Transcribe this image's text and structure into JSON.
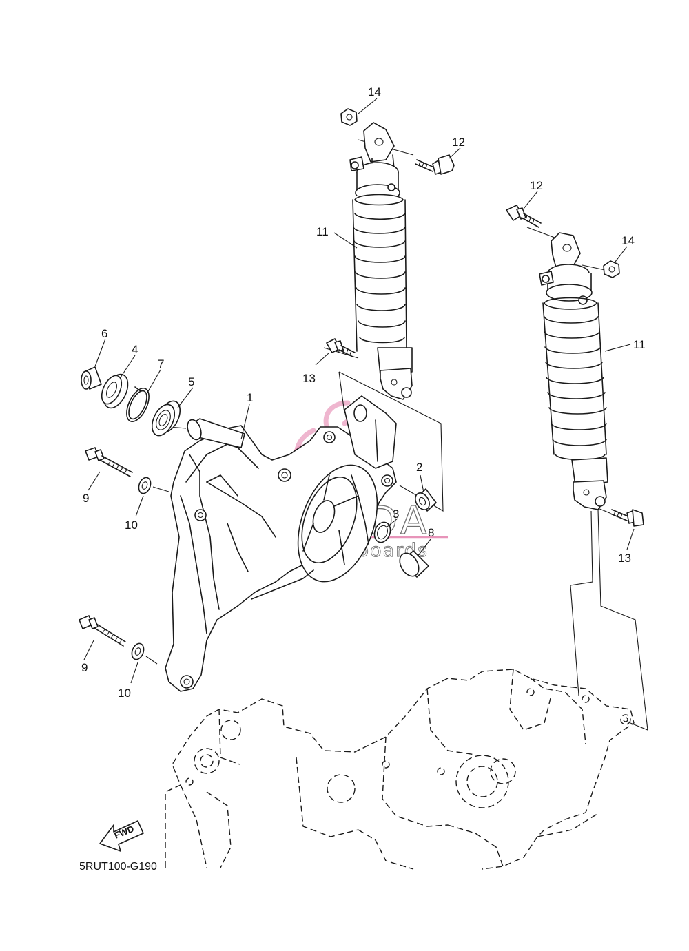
{
  "diagram": {
    "code": "5RUT100-G190",
    "fwd_label": "FWD",
    "watermark": {
      "brand": "ARMADA",
      "tagline": "marine outboards",
      "accent_color": "#e27aa8"
    },
    "callouts": [
      {
        "id": "c6",
        "text": "6"
      },
      {
        "id": "c4",
        "text": "4"
      },
      {
        "id": "c7",
        "text": "7"
      },
      {
        "id": "c5",
        "text": "5"
      },
      {
        "id": "c1",
        "text": "1"
      },
      {
        "id": "c9a",
        "text": "9"
      },
      {
        "id": "c10a",
        "text": "10"
      },
      {
        "id": "c9b",
        "text": "9"
      },
      {
        "id": "c10b",
        "text": "10"
      },
      {
        "id": "c2",
        "text": "2"
      },
      {
        "id": "c3",
        "text": "3"
      },
      {
        "id": "c8",
        "text": "8"
      },
      {
        "id": "c11a",
        "text": "11"
      },
      {
        "id": "c11b",
        "text": "11"
      },
      {
        "id": "c12a",
        "text": "12"
      },
      {
        "id": "c12b",
        "text": "12"
      },
      {
        "id": "c13a",
        "text": "13"
      },
      {
        "id": "c13b",
        "text": "13"
      },
      {
        "id": "c14a",
        "text": "14"
      },
      {
        "id": "c14b",
        "text": "14"
      }
    ]
  }
}
